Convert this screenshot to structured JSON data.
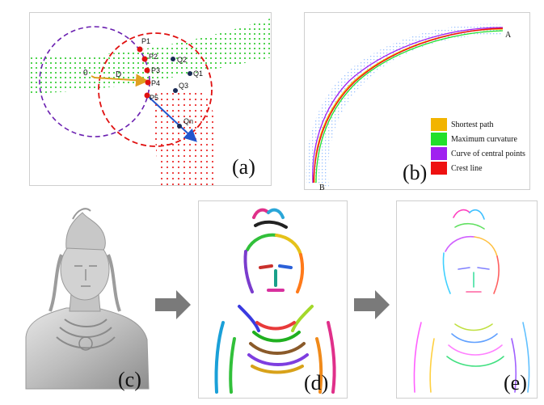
{
  "figure": {
    "panel_labels": {
      "a": "(a)",
      "b": "(b)",
      "c": "(c)",
      "d": "(d)",
      "e": "(e)"
    },
    "panel_a": {
      "points": [
        "P1",
        "P2",
        "P3",
        "P4",
        "P5",
        "Q2",
        "Q1",
        "Q3",
        "Qn"
      ],
      "origin_label": "0",
      "radius_label": "D"
    },
    "panel_b": {
      "endpoints": {
        "start": "A",
        "end": "B"
      },
      "legend": [
        {
          "label": "Shortest path",
          "color": "#f2b400"
        },
        {
          "label": "Maximum curvature",
          "color": "#22e02a"
        },
        {
          "label": "Curve of central points",
          "color": "#a020f0"
        },
        {
          "label": "Crest line",
          "color": "#ee1111"
        }
      ]
    },
    "colors": {
      "arrow": "#7a7a7a"
    }
  }
}
